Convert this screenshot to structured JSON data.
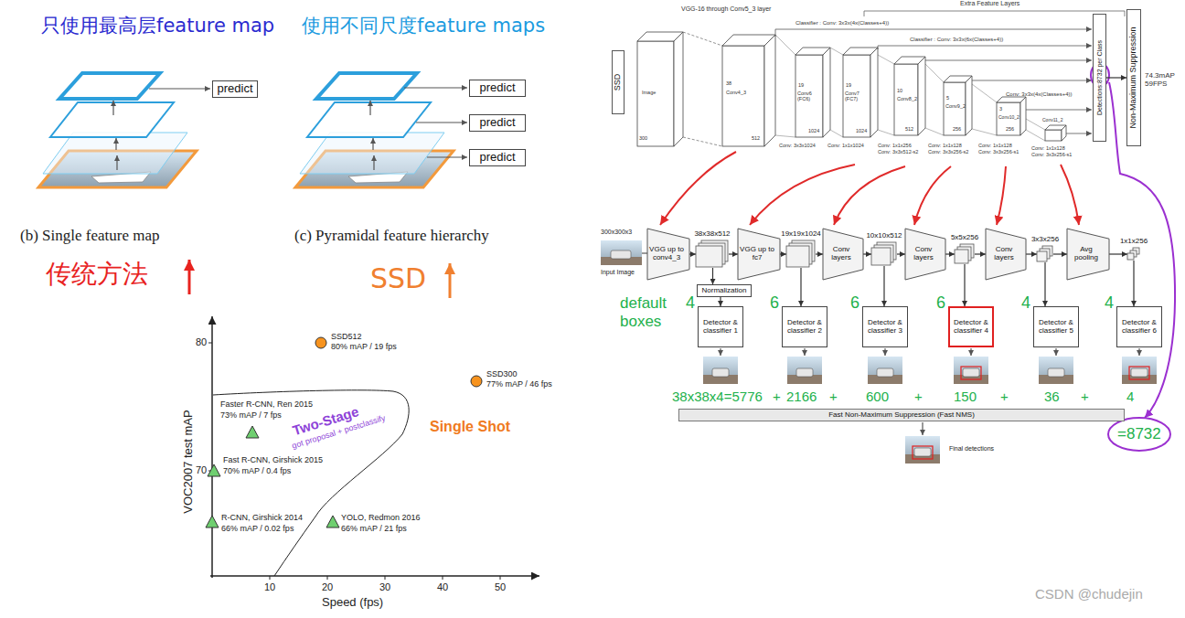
{
  "diagram": {
    "nodes": [
      {
        "text": [
          "predict"
        ]
      },
      {
        "text": [
          "predict"
        ]
      },
      {
        "text": [
          "predict"
        ]
      },
      {
        "text": [
          "predict"
        ]
      },
      {
        "text": [
          "SSD"
        ]
      },
      {
        "text": [
          "Detections:8732 per Class"
        ]
      },
      {
        "text": [
          "Non-Maximum Suppression"
        ]
      },
      {
        "text": [
          "VGG up to conv4_3"
        ]
      },
      {
        "text": [
          "38x38x512"
        ]
      },
      {
        "text": [
          "VGG up to fc7"
        ]
      },
      {
        "text": [
          "19x19x1024"
        ]
      },
      {
        "text": [
          "Conv layers"
        ]
      },
      {
        "text": [
          "10x10x512"
        ]
      },
      {
        "text": [
          "Conv layers"
        ]
      },
      {
        "text": [
          "5x5x256"
        ]
      },
      {
        "text": [
          "Conv layers"
        ]
      },
      {
        "text": [
          "3x3x256"
        ]
      },
      {
        "text": [
          "Avg pooling"
        ]
      },
      {
        "text": [
          "1x1x256"
        ]
      },
      {
        "text": [
          "Normalization"
        ]
      },
      {
        "text": [
          "Detector & classifier 1"
        ]
      },
      {
        "text": [
          "Detector & classifier 2"
        ]
      },
      {
        "text": [
          "Detector & classifier 3"
        ]
      },
      {
        "text": [
          "Detector & classifier 4"
        ]
      },
      {
        "text": [
          "Detector & classifier 5"
        ]
      },
      {
        "text": [
          "Detector & classifier 6"
        ]
      },
      {
        "text": [
          "Fast Non-Maximum Suppression (Fast NMS)"
        ]
      }
    ],
    "edges": [
      {
        "from": 5,
        "to": 6,
        "arrow": "to"
      },
      {
        "from": 7,
        "to": 8,
        "arrow": "to"
      },
      {
        "from": 8,
        "to": 9,
        "arrow": "to"
      },
      {
        "from": 9,
        "to": 10,
        "arrow": "to"
      },
      {
        "from": 10,
        "to": 11,
        "arrow": "to"
      },
      {
        "from": 11,
        "to": 12,
        "arrow": "to"
      },
      {
        "from": 12,
        "to": 13,
        "arrow": "to"
      },
      {
        "from": 13,
        "to": 14,
        "arrow": "to"
      },
      {
        "from": 14,
        "to": 15,
        "arrow": "to"
      },
      {
        "from": 15,
        "to": 16,
        "arrow": "to"
      },
      {
        "from": 16,
        "to": 17,
        "arrow": "to"
      },
      {
        "from": 17,
        "to": 18,
        "arrow": "to"
      },
      {
        "from": 8,
        "to": 19,
        "arrow": "to"
      },
      {
        "from": 19,
        "to": 20,
        "arrow": "to"
      },
      {
        "from": 10,
        "to": 21,
        "arrow": "to"
      },
      {
        "from": 12,
        "to": 22,
        "arrow": "to"
      },
      {
        "from": 14,
        "to": 23,
        "arrow": "to"
      },
      {
        "from": 16,
        "to": 24,
        "arrow": "to"
      },
      {
        "from": 18,
        "to": 25,
        "arrow": "to"
      }
    ],
    "labels": [
      "只使用最高层feature map",
      "使用不同尺度feature maps",
      "(b) Single feature map",
      "(c) Pyramidal feature hierarchy",
      "传统方法",
      "SSD",
      "80",
      "70",
      "10",
      "20",
      "30",
      "40",
      "50",
      "VOC2007 test mAP",
      "Speed (fps)",
      "SSD512",
      "80% mAP / 19 fps",
      "SSD300",
      "77% mAP / 46 fps",
      "Faster R-CNN, Ren 2015",
      "73% mAP / 7 fps",
      "Fast R-CNN, Girshick 2015",
      "70% mAP / 0.4 fps",
      "R-CNN, Girshick 2014",
      "66% mAP / 0.02 fps",
      "YOLO, Redmon 2016",
      "66% mAP / 21 fps",
      "Two-Stage",
      "got proposal + postclassify",
      "Single Shot",
      "VGG-16 through Conv5_3 layer",
      "Extra Feature Layers",
      "Classifier : Conv: 3x3x(4x(Classes+4))",
      "Classifier : Conv: 3x3x(6x(Classes+4))",
      "Conv: 3x3x(4x(Classes+4))",
      "74.3mAP 59FPS",
      "300",
      "Image",
      "38",
      "Conv4_3",
      "512",
      "19",
      "Conv6 (FC6)",
      "1024",
      "19",
      "Conv7 (FC7)",
      "1024",
      "10",
      "Conv8_2",
      "512",
      "5",
      "Conv9_2",
      "256",
      "3",
      "Conv10_2",
      "256",
      "Conv11_2",
      "Conv: 3x3x1024",
      "Conv: 1x1x1024",
      "Conv: 1x1x256",
      "Conv: 3x3x512-s2",
      "Conv: 1x1x128",
      "Conv: 3x3x256-s2",
      "Conv: 1x1x128",
      "Conv: 3x3x256-s1",
      "Conv: 1x1x128",
      "Conv: 3x3x256-s1",
      "300x300x3",
      "Input Image",
      "default boxes",
      "4",
      "6",
      "6",
      "6",
      "4",
      "4",
      "38x38x4=5776",
      "+",
      "2166",
      "+",
      "600",
      "+",
      "150",
      "+",
      "36",
      "+",
      "4",
      "=8732",
      "Final detections",
      "CSDN @chudejin"
    ]
  }
}
